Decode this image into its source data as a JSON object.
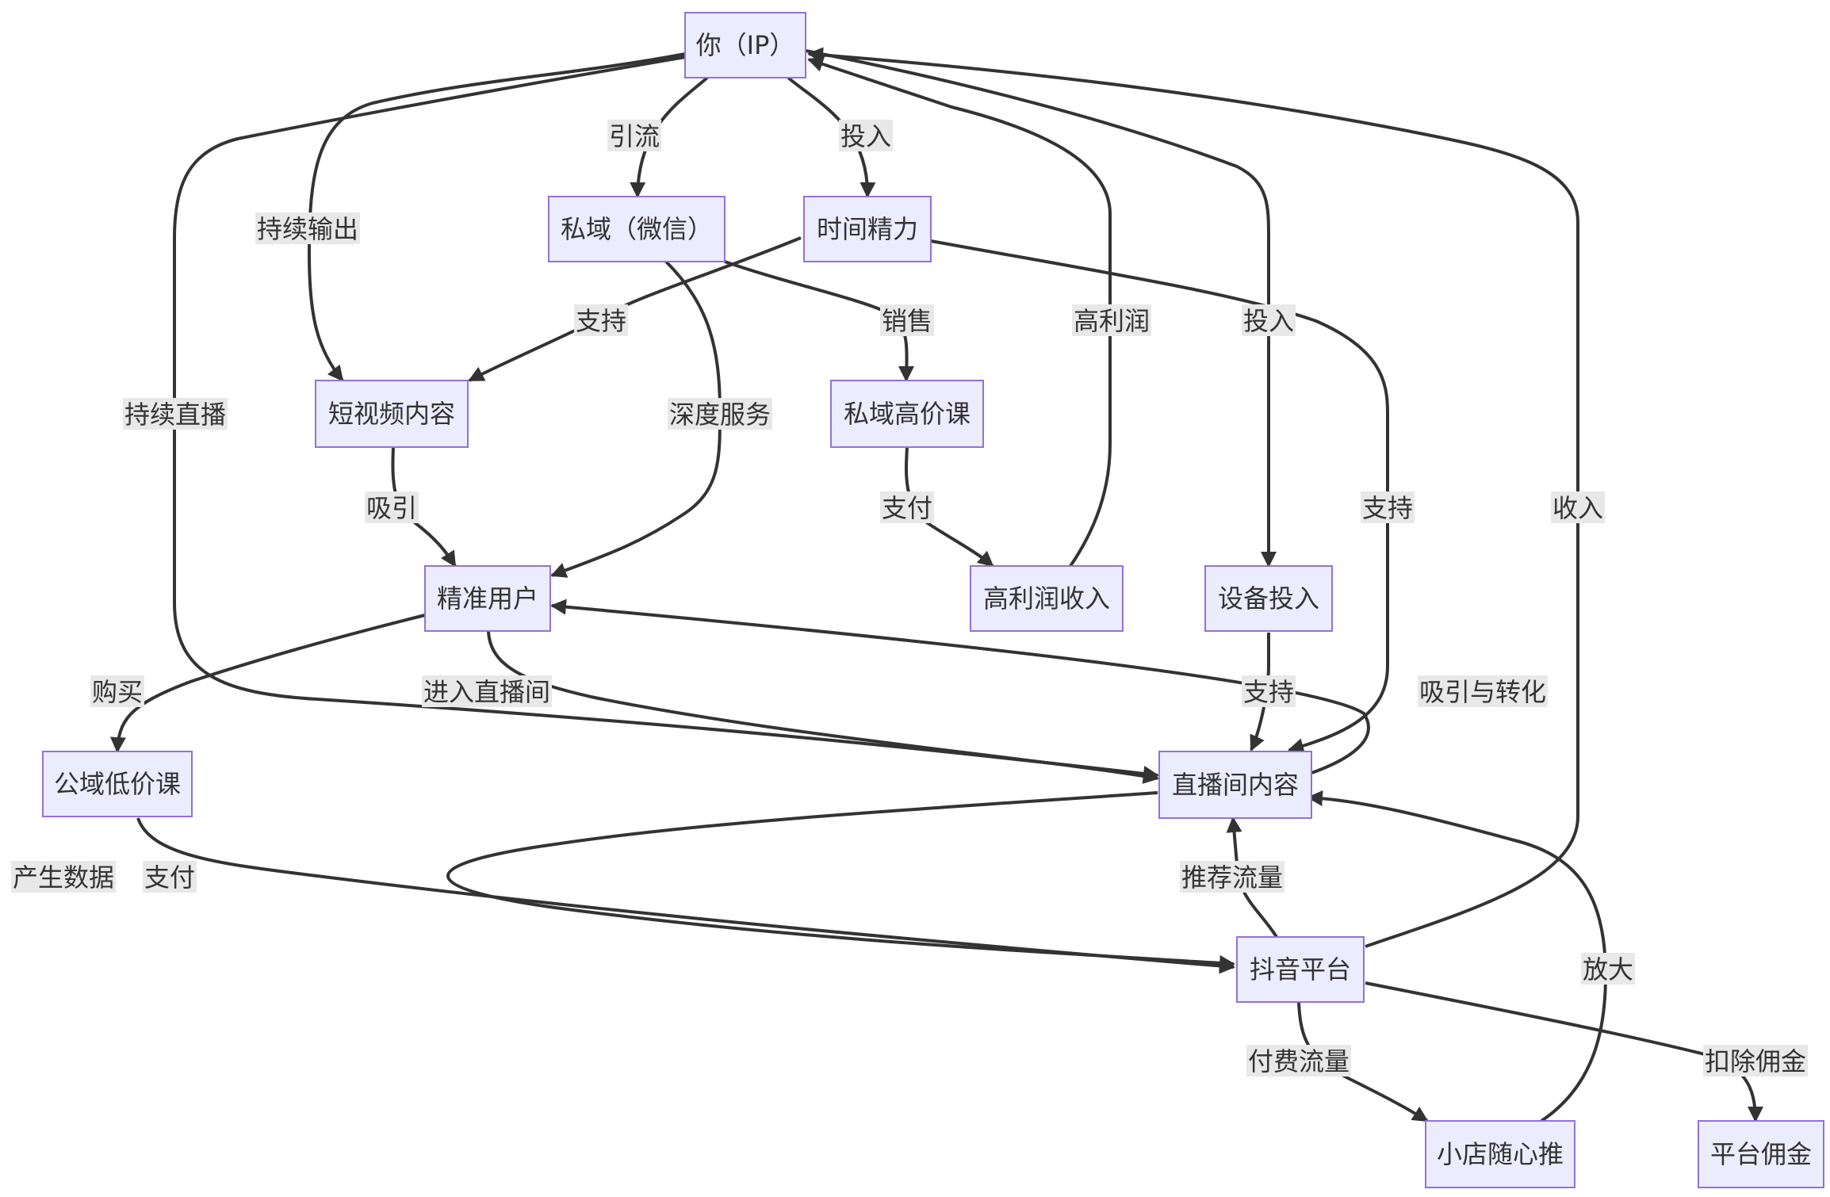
{
  "nodes": {
    "ip": "你（IP）",
    "private": "私域（微信）",
    "time": "时间精力",
    "shortvideo": "短视频内容",
    "privatecourse": "私域高价课",
    "users": "精准用户",
    "profit": "高利润收入",
    "equipment": "设备投入",
    "publiccourse": "公域低价课",
    "live": "直播间内容",
    "douyin": "抖音平台",
    "dou": "小店随心推",
    "commission": "平台佣金"
  },
  "edge_labels": {
    "yinliu": "引流",
    "touru1": "投入",
    "chixushuchu": "持续输出",
    "chixuzhibo": "持续直播",
    "zhichi1": "支持",
    "xiaoshou": "销售",
    "gaolirun": "高利润",
    "touru2": "投入",
    "shenduFuwu": "深度服务",
    "zhichi2": "支持",
    "shouru": "收入",
    "xiyin": "吸引",
    "zhifu1": "支付",
    "goumai": "购买",
    "jinruzhiboJian": "进入直播间",
    "zhichi3": "支持",
    "xiyinyuzhuanhua": "吸引与转化",
    "chanshengshuju": "产生数据",
    "zhifu2": "支付",
    "tuijianliuliang": "推荐流量",
    "fangda": "放大",
    "fufeiliuliang": "付费流量",
    "kouchuyongjin": "扣除佣金"
  }
}
